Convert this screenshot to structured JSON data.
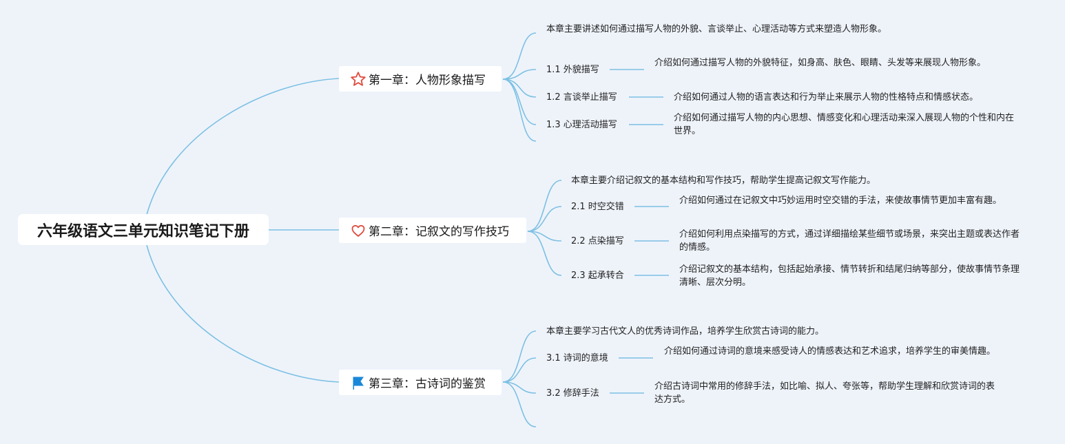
{
  "root": {
    "title": "六年级语文三单元知识笔记下册"
  },
  "chapters": [
    {
      "title": "第一章：人物形象描写",
      "icon": "star-icon",
      "intro": "本章主要讲述如何通过描写人物的外貌、言谈举止、心理活动等方式来塑造人物形象。",
      "sections": [
        {
          "label": "1.1 外貌描写",
          "desc": "介绍如何通过描写人物的外貌特征，如身高、肤色、眼睛、头发等来展现人物形象。"
        },
        {
          "label": "1.2 言谈举止描写",
          "desc": "介绍如何通过人物的语言表达和行为举止来展示人物的性格特点和情感状态。"
        },
        {
          "label": "1.3 心理活动描写",
          "desc": "介绍如何通过描写人物的内心思想、情感变化和心理活动来深入展现人物的个性和内在世界。"
        }
      ]
    },
    {
      "title": "第二章：记叙文的写作技巧",
      "icon": "heart-icon",
      "intro": "本章主要介绍记叙文的基本结构和写作技巧，帮助学生提高记叙文写作能力。",
      "sections": [
        {
          "label": "2.1 时空交错",
          "desc": "介绍如何通过在记叙文中巧妙运用时空交错的手法，来使故事情节更加丰富有趣。"
        },
        {
          "label": "2.2 点染描写",
          "desc": "介绍如何利用点染描写的方式，通过详细描绘某些细节或场景，来突出主题或表达作者的情感。"
        },
        {
          "label": "2.3 起承转合",
          "desc": "介绍记叙文的基本结构，包括起始承接、情节转折和结尾归纳等部分，使故事情节条理清晰、层次分明。"
        }
      ]
    },
    {
      "title": "第三章：古诗词的鉴赏",
      "icon": "flag-icon",
      "intro": "本章主要学习古代文人的优秀诗词作品，培养学生欣赏古诗词的能力。",
      "sections": [
        {
          "label": "3.1 诗词的意境",
          "desc": "介绍如何通过诗词的意境来感受诗人的情感表达和艺术追求，培养学生的审美情趣。"
        },
        {
          "label": "3.2 修辞手法",
          "desc": "介绍古诗词中常用的修辞手法，如比喻、拟人、夸张等，帮助学生理解和欣赏诗词的表达方式。"
        }
      ]
    }
  ],
  "colors": {
    "line": "#7cc0e3",
    "background": "#eef3fa",
    "star": "#e04a3c",
    "heart": "#e04a3c",
    "flag": "#1a88d8"
  }
}
